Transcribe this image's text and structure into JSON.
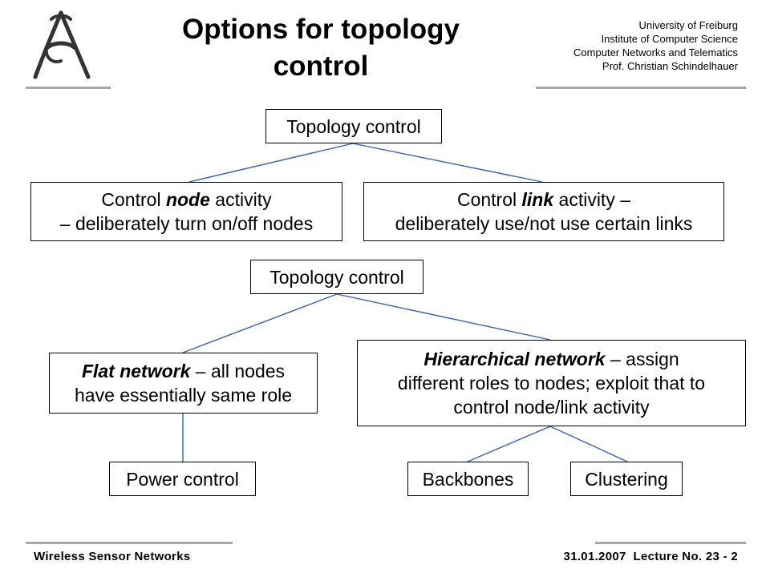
{
  "header": {
    "title_line1": "Options for topology",
    "title_line2": "control",
    "institution": [
      "University of Freiburg",
      "Institute of Computer Science",
      "Computer Networks and Telematics",
      "Prof. Christian Schindelhauer"
    ],
    "logo_icon": "university-seal-icon"
  },
  "diagram1": {
    "root": "Topology control",
    "node_activity": {
      "pre": "Control ",
      "em": "node",
      "post": " activity",
      "line2": "– deliberately turn on/off nodes"
    },
    "link_activity": {
      "pre": "Control ",
      "em": "link",
      "post": " activity –",
      "line2": "deliberately use/not use certain links"
    }
  },
  "diagram2": {
    "root": "Topology control",
    "flat": {
      "em": "Flat network",
      "post": " – all nodes",
      "line2": "have essentially same role"
    },
    "hierarchical": {
      "em": "Hierarchical network",
      "post": " – assign",
      "line2": "different roles to nodes; exploit that to",
      "line3": "control node/link activity"
    },
    "power_control": "Power control",
    "backbones": "Backbones",
    "clustering": "Clustering"
  },
  "footer": {
    "course": "Wireless Sensor Networks",
    "lecture": "31.01.2007  Lecture No. 23 - 2"
  },
  "colors": {
    "connector": "#3a5fae",
    "rule": "#a8a8a8"
  }
}
